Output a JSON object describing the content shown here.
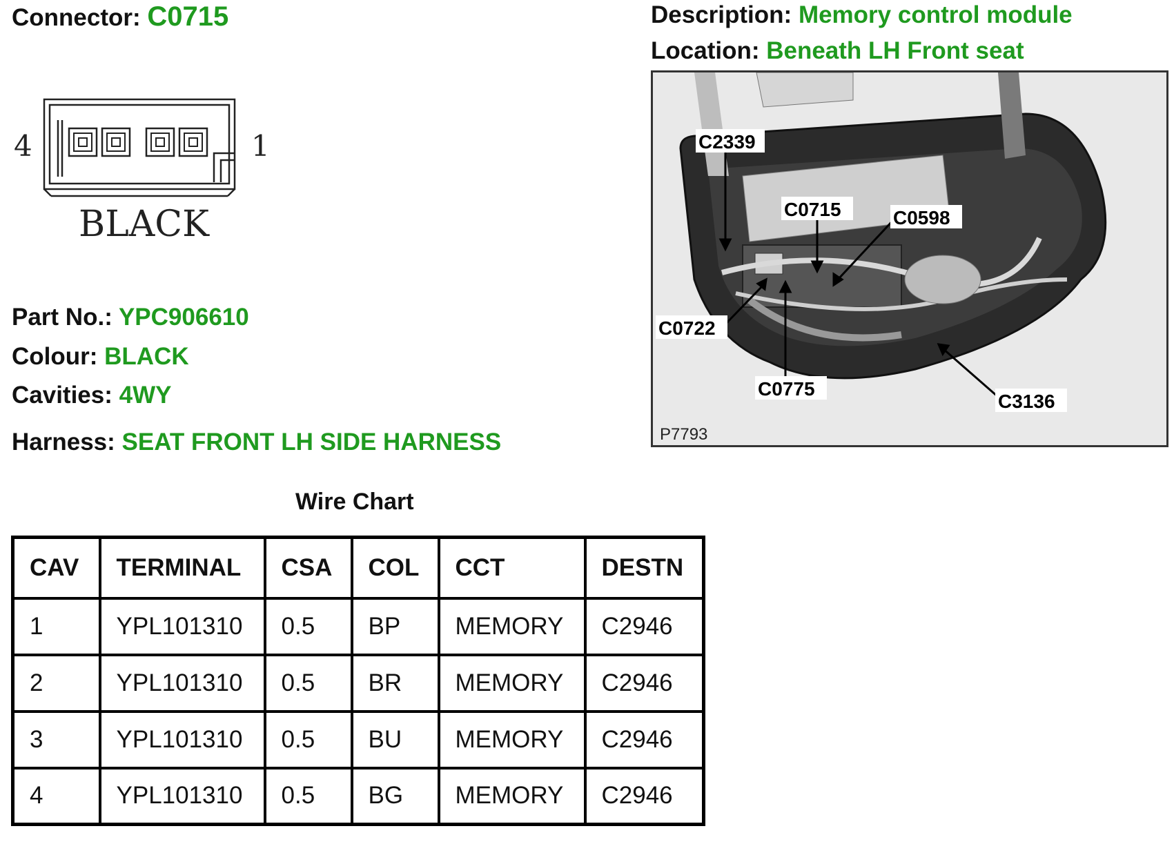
{
  "connector": {
    "label": "Connector:",
    "value": "C0715"
  },
  "description": {
    "label": "Description:",
    "value": "Memory control module"
  },
  "location": {
    "label": "Location:",
    "value": "Beneath LH Front seat"
  },
  "diagram": {
    "pin_left": "4",
    "pin_right": "1",
    "colour_text": "BLACK",
    "cavity_count": 4
  },
  "photo": {
    "reference": "P7793",
    "callouts": [
      "C2339",
      "C0715",
      "C0598",
      "C0722",
      "C0775",
      "C3136"
    ]
  },
  "part_no": {
    "label": "Part No.:",
    "value": "YPC906610"
  },
  "colour": {
    "label": "Colour:",
    "value": "BLACK"
  },
  "cavities": {
    "label": "Cavities:",
    "value": "4WY"
  },
  "harness": {
    "label": "Harness:",
    "value": "SEAT FRONT LH SIDE HARNESS"
  },
  "wire_chart": {
    "title": "Wire Chart",
    "headers": [
      "CAV",
      "TERMINAL",
      "CSA",
      "COL",
      "CCT",
      "DESTN"
    ],
    "rows": [
      [
        "1",
        "YPL101310",
        "0.5",
        "BP",
        "MEMORY",
        "C2946"
      ],
      [
        "2",
        "YPL101310",
        "0.5",
        "BR",
        "MEMORY",
        "C2946"
      ],
      [
        "3",
        "YPL101310",
        "0.5",
        "BU",
        "MEMORY",
        "C2946"
      ],
      [
        "4",
        "YPL101310",
        "0.5",
        "BG",
        "MEMORY",
        "C2946"
      ]
    ]
  },
  "colors": {
    "value_green": "#1f9a1f",
    "text": "#111111"
  }
}
